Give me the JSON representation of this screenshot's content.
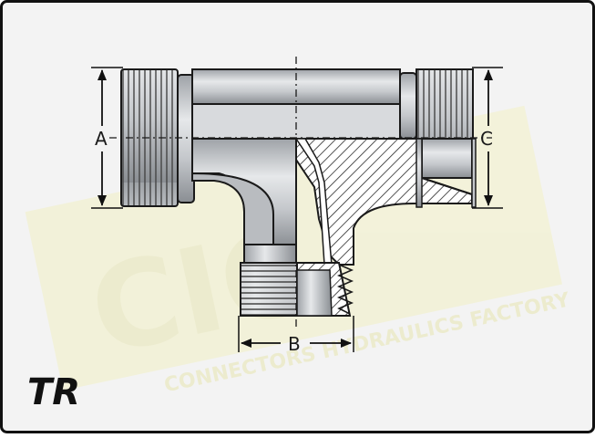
{
  "diagram": {
    "code": "TR",
    "dimensions": {
      "a": "A",
      "b": "B",
      "c": "C"
    },
    "watermark": {
      "big": "CIC",
      "line1": "CONNECTORS HYDRAULICS FACTORY"
    },
    "colors": {
      "frame": "#111111",
      "background": "#f3f3f3",
      "body": "#c9ccd0",
      "body_dark": "#8e9297",
      "outline": "#1a1a1a",
      "watermark": "#efeec6"
    }
  }
}
